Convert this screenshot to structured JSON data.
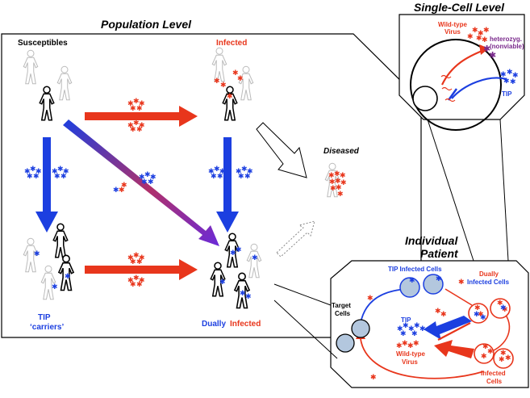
{
  "titles": {
    "population": "Population Level",
    "single_cell": "Single-Cell Level",
    "individual": "Individual",
    "patient": "Patient"
  },
  "population": {
    "susceptibles": "Susceptibles",
    "infected": "Infected",
    "diseased": "Diseased",
    "tip_line1": "TIP",
    "tip_line2": "‘carriers’",
    "dually": "Dually",
    "dually_infected": "Infected"
  },
  "single_cell": {
    "wildtype_line1": "Wild-type",
    "wildtype_line2": "Virus",
    "heterozyg_line1": "heterozyg.",
    "heterozyg_line2": "(nonviable)",
    "tip": "TIP"
  },
  "patient": {
    "tip_infected_cells": "TIP Infected Cells",
    "dually_line1": "Dually",
    "dually_line2": "Infected Cells",
    "target_line1": "Target",
    "target_line2": "Cells",
    "tip": "TIP",
    "wildtype_line1": "Wild-type",
    "wildtype_line2": "Virus",
    "infected_line1": "Infected",
    "infected_line2": "Cells"
  },
  "colors": {
    "red": "#e8361c",
    "blue": "#1c3fe0",
    "purple": "#7a2a8c",
    "cell_fill": "#b3c7de",
    "black": "#000000",
    "gray": "#999999"
  }
}
